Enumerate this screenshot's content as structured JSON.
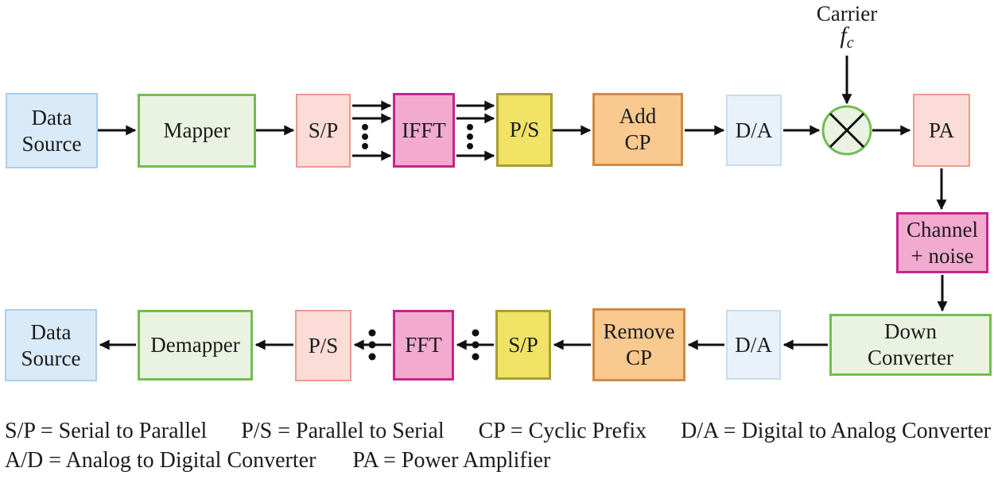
{
  "blocks": {
    "data_source_tx": "Data\nSource",
    "mapper": "Mapper",
    "sp_tx": "S/P",
    "ifft": "IFFT",
    "ps_tx": "P/S",
    "add_cp": "Add\nCP",
    "da_tx": "D/A",
    "pa": "PA",
    "channel": "Channel\n+ noise",
    "down_converter": "Down\nConverter",
    "da_rx": "D/A",
    "remove_cp": "Remove\nCP",
    "sp_rx": "S/P",
    "fft": "FFT",
    "ps_rx": "P/S",
    "demapper": "Demapper",
    "data_source_rx": "Data\nSource"
  },
  "carrier": {
    "label": "Carrier",
    "symbol": "f",
    "symbol_sub": "c"
  },
  "legend": {
    "line1": [
      "S/P = Serial to Parallel",
      "P/S = Parallel to Serial",
      "CP = Cyclic Prefix",
      "D/A = Digital to Analog Converter"
    ],
    "line2": [
      "A/D = Analog to Digital Converter",
      "PA = Power Amplifier"
    ]
  },
  "colors": {
    "blue_fill": "#d9eaf8",
    "blue_border": "#aacfec",
    "green_fill": "#eaf3e1",
    "green_border": "#72bd51",
    "pink_fill": "#fbdcd6",
    "pink_border": "#e99b90",
    "magenta_fill": "#f2aacf",
    "magenta_border": "#c3268c",
    "yellow_fill": "#f0e365",
    "yellow_border": "#a89e35",
    "orange_fill": "#f9c98f",
    "orange_border": "#cf8b45",
    "paleblue_fill": "#e9f2fa",
    "paleblue_border": "#c8ddf0",
    "line": "#111111"
  }
}
